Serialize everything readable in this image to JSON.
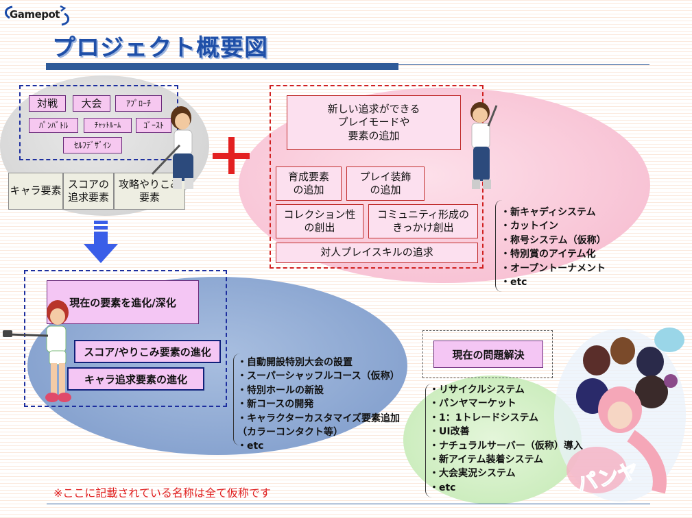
{
  "brand": {
    "logo_text": "Gamepot"
  },
  "page": {
    "title": "プロジェクト概要図"
  },
  "current": {
    "tags": [
      "対戦",
      "大会",
      "ｱﾌﾟﾛｰﾁ",
      "ﾊﾟﾝﾊﾞﾄﾙ",
      "ﾁｬｯﾄﾙｰﾑ",
      "ｺﾞｰｽﾄ",
      "ｾﾙﾌﾃﾞｻﾞｲﾝ"
    ],
    "elements": [
      "キャラ要素",
      "スコアの\n追求要素",
      "攻略やりこみ\n要素"
    ]
  },
  "new_elements": {
    "main": "新しい追求ができる\nプレイモードや\n要素の追加",
    "boxes": [
      "育成要素\nの追加",
      "プレイ装飾\nの追加",
      "コレクション性\nの創出",
      "コミュニティ形成の\nきっかけ創出",
      "対人プレイスキルの追求"
    ],
    "list": [
      "・新キャディシステム",
      "・カットイン",
      "・称号システム（仮称）",
      "・特別賞のアイテム化",
      "・オープントーナメント",
      "・etc"
    ]
  },
  "evolve": {
    "main": "現在の要素を進化/深化",
    "sub": [
      "スコア/やりこみ要素の進化",
      "キャラ追求要素の進化"
    ],
    "list": [
      "・自動開設特別大会の設置",
      "・スーパーシャッフルコース（仮称）",
      "・特別ホールの新設",
      "・新コースの開発",
      "・キャラクターカスタマイズ要素追加",
      "（カラーコンタクト等）",
      "・etc"
    ]
  },
  "solve": {
    "title": "現在の問題解決",
    "list": [
      "・リサイクルシステム",
      "・パンヤマーケット",
      "・1：1トレードシステム",
      "・UI改善",
      "・ナチュラルサーバー（仮称）導入",
      "・新アイテム装着システム",
      "・大会実況システム",
      "・etc"
    ]
  },
  "note": "※ここに記載されている名称は全て仮称です",
  "colors": {
    "title_blue": "#1f4fa8",
    "plus_red": "#e32020",
    "arrow_blue": "#3a5ee8",
    "pink_ellipse": "#f6b7cc",
    "blue_ellipse": "#7a98c9"
  }
}
